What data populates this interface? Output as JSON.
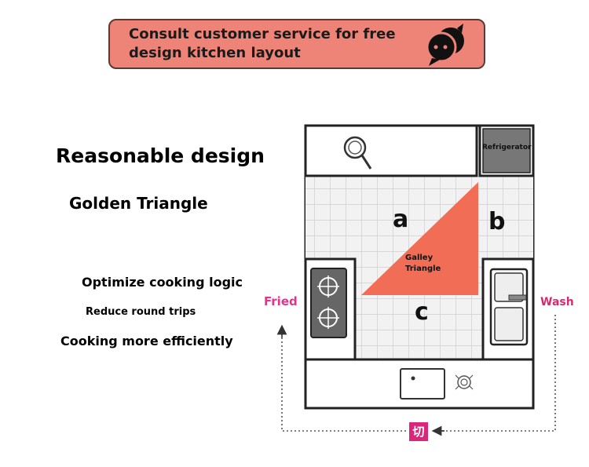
{
  "banner": {
    "line1": "Consult customer service for free",
    "line2": "design kitchen layout",
    "icon": "chat-bubbles-icon"
  },
  "left_text": {
    "heading": "Reasonable design",
    "subheading": "Golden Triangle",
    "bullets": [
      "Optimize cooking logic",
      "Reduce round trips",
      "Cooking more efficiently"
    ]
  },
  "plan": {
    "refrigerator": "Refrigerator",
    "triangle": [
      "Galley",
      "Triangle"
    ],
    "zones": [
      "a",
      "b",
      "c"
    ],
    "fried": "Fried",
    "wash": "Wash",
    "cut": "切",
    "triangle_color": "#f26d55",
    "label_color": "#e0358a"
  }
}
